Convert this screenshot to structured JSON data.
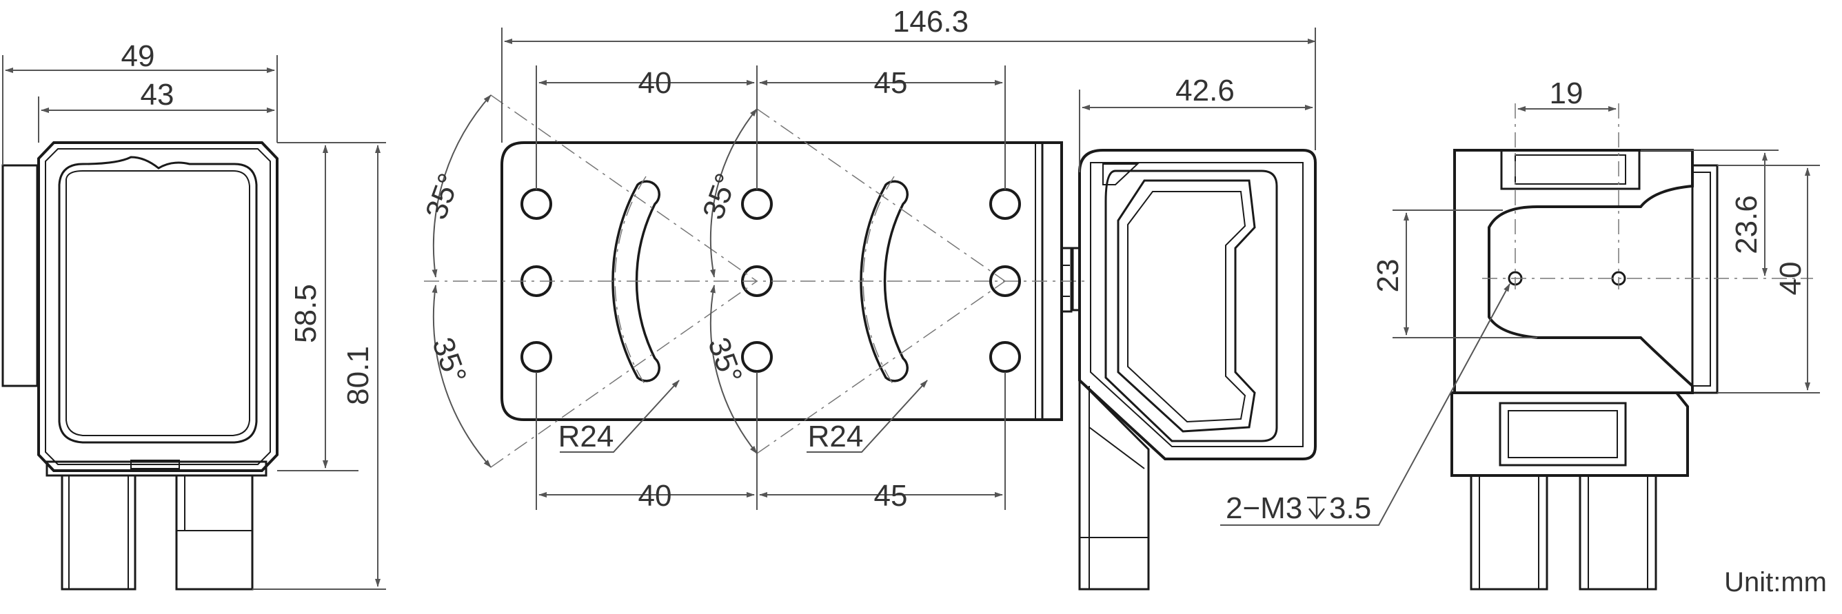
{
  "drawing": {
    "front_view": {
      "width_outer": "49",
      "width_inner": "43",
      "height_window": "58.5",
      "height_total": "80.1"
    },
    "bracket_view": {
      "length_total": "146.3",
      "spacing_top_left": "40",
      "spacing_top_right": "45",
      "spacing_bottom_left": "40",
      "spacing_bottom_right": "45",
      "angle_upper_left": "35°",
      "angle_lower_left": "35°",
      "angle_upper_mid": "35°",
      "angle_lower_mid": "35°",
      "slot_radius_left": "R24",
      "slot_radius_right": "R24"
    },
    "side_view": {
      "depth": "42.6"
    },
    "rear_view": {
      "hole_spacing": "19",
      "height_upper": "23.6",
      "height_hole": "23",
      "height_total": "40",
      "thread_note": "2−M3",
      "thread_depth": "3.5"
    },
    "unit_label": "Unit:mm"
  }
}
